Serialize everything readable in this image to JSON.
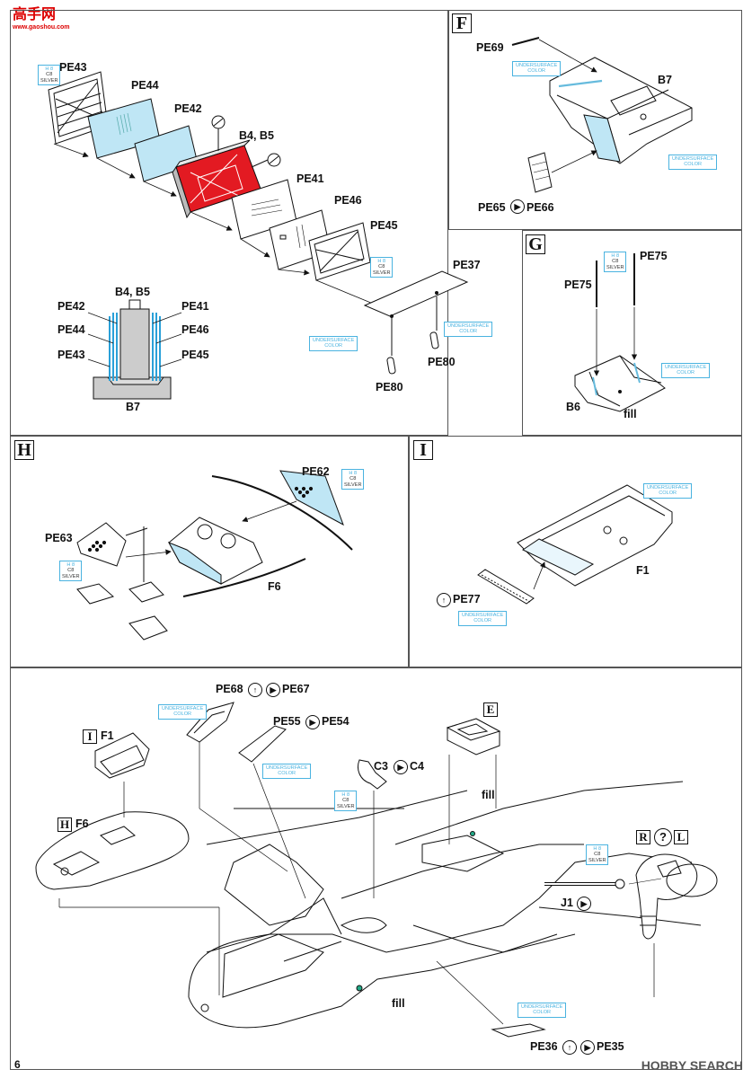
{
  "watermark": {
    "site": "高手网",
    "url": "www.gaoshou.com"
  },
  "page_number": "6",
  "footer_brand": "HOBBY SEARCH",
  "panel_letters": {
    "F": "F",
    "G": "G",
    "H": "H",
    "I": "I",
    "E": "E",
    "R": "R",
    "Q": "?",
    "L": "L"
  },
  "color_callouts": {
    "undersurface": [
      "UNDERSURFACE",
      "COLOR"
    ],
    "h8": "H 8",
    "c8": "C8",
    "silver": "SILVER"
  },
  "top_left": {
    "parts": [
      "PE43",
      "PE44",
      "PE42",
      "B4, B5",
      "PE41",
      "PE46",
      "PE45",
      "PE37",
      "PE80",
      "PE80"
    ],
    "side_view": {
      "center": "B4, B5",
      "left": [
        "PE42",
        "PE44",
        "PE43"
      ],
      "right": [
        "PE41",
        "PE46",
        "PE45"
      ],
      "base": "B7"
    }
  },
  "panel_f": {
    "parts": [
      "PE69",
      "B7",
      "PE65",
      "PE66"
    ]
  },
  "panel_g": {
    "parts": [
      "PE75",
      "PE75",
      "B6",
      "fill"
    ]
  },
  "panel_h": {
    "parts": [
      "PE62",
      "PE63",
      "F6"
    ]
  },
  "panel_i": {
    "parts": [
      "F1",
      "PE77"
    ]
  },
  "bottom": {
    "parts": {
      "pe68": "PE68",
      "pe67": "PE67",
      "pe55": "PE55",
      "pe54": "PE54",
      "c3": "C3",
      "c4": "C4",
      "f1": "F1",
      "f6": "F6",
      "fill1": "fill",
      "fill2": "fill",
      "j1": "J1",
      "pe36": "PE36",
      "pe35": "PE35"
    }
  }
}
